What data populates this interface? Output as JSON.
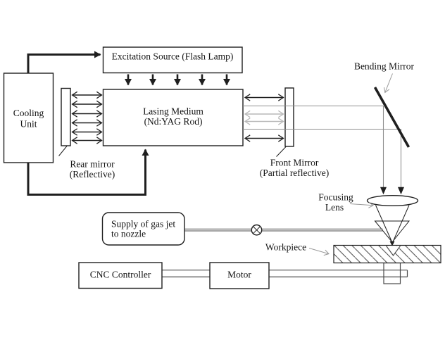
{
  "figure": {
    "colors": {
      "background": "#ffffff",
      "line": "#1f1f1f",
      "faint": "#b9b9b9",
      "beam": "#8e8e8e",
      "leader": "#9a9a9a",
      "gas": "#6f6f6f",
      "mech": "#4a4a4a",
      "hatch": "#4a4a4a",
      "text": "#141414"
    },
    "nodes": {
      "cooling_unit": {
        "lines": [
          "Cooling",
          "Unit"
        ]
      },
      "excitation_source": {
        "label": "Excitation Source (Flash Lamp)"
      },
      "lasing_medium": {
        "lines": [
          "Lasing Medium",
          "(Nd:YAG Rod)"
        ]
      },
      "rear_mirror": {
        "lines": [
          "Rear mirror",
          "(Reflective)"
        ]
      },
      "front_mirror": {
        "lines": [
          "Front Mirror",
          "(Partial reflective)"
        ]
      },
      "bending_mirror": {
        "label": "Bending Mirror"
      },
      "focusing_lens": {
        "lines": [
          "Focusing",
          "Lens"
        ]
      },
      "gas_supply": {
        "lines": [
          "Supply of gas jet",
          "to nozzle"
        ]
      },
      "workpiece": {
        "label": "Workpiece"
      },
      "cnc_controller": {
        "label": "CNC Controller"
      },
      "motor": {
        "label": "Motor"
      }
    }
  }
}
